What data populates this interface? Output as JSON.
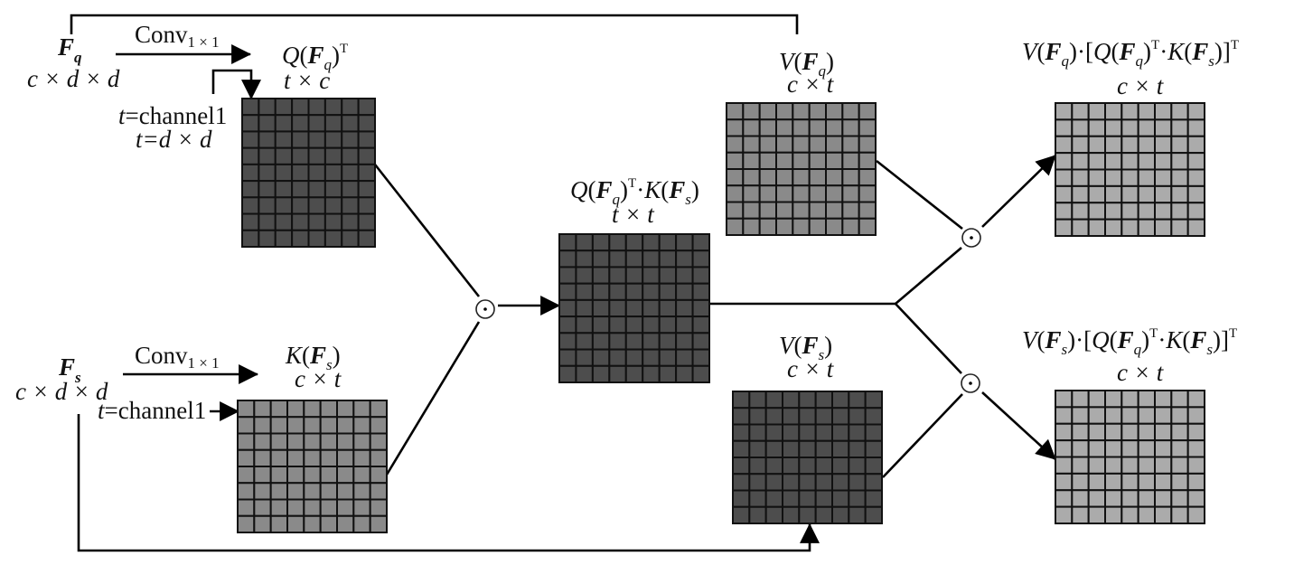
{
  "title": "Cross-attention between query and support features",
  "colors": {
    "dark": "#4d4d4d",
    "medium": "#8a8a8a",
    "light": "#ababab",
    "line": "#000000"
  },
  "inputs": {
    "fq": {
      "name": "F",
      "sub": "q",
      "dims": "c × d × d"
    },
    "fs": {
      "name": "F",
      "sub": "s",
      "dims": "c × d × d"
    }
  },
  "convs": {
    "q_conv": {
      "label": "Conv",
      "sub": "1 × 1"
    },
    "s_conv": {
      "label": "Conv",
      "sub": "1 × 1"
    }
  },
  "notes": {
    "q_t1": "=channel1",
    "q_t2": "=d × d",
    "s_t1": "=channel1",
    "t_var": "t"
  },
  "matrices": {
    "q": {
      "label": "Q(Fq)ᵀ",
      "dims": "t × c",
      "rows": 9,
      "cols": 8,
      "shade": "dark"
    },
    "k": {
      "label": "K(Fs)",
      "dims": "c × t",
      "rows": 8,
      "cols": 9,
      "shade": "medium"
    },
    "qk": {
      "label": "Q(Fq)ᵀ·K(Fs)",
      "dims": "t × t",
      "rows": 9,
      "cols": 9,
      "shade": "dark"
    },
    "vq": {
      "label": "V(Fq)",
      "dims": "c × t",
      "rows": 8,
      "cols": 9,
      "shade": "medium"
    },
    "vs": {
      "label": "V(Fs)",
      "dims": "c × t",
      "rows": 8,
      "cols": 9,
      "shade": "dark"
    },
    "out_q": {
      "label": "V(Fq)·[Q(Fq)ᵀ·K(Fs)]ᵀ",
      "dims": "c × t",
      "rows": 8,
      "cols": 9,
      "shade": "light"
    },
    "out_s": {
      "label": "V(Fs)·[Q(Fq)ᵀ·K(Fs)]ᵀ",
      "dims": "c × t",
      "rows": 8,
      "cols": 9,
      "shade": "light"
    }
  },
  "operators": {
    "odot_symbol": "⊙",
    "count": 3
  }
}
